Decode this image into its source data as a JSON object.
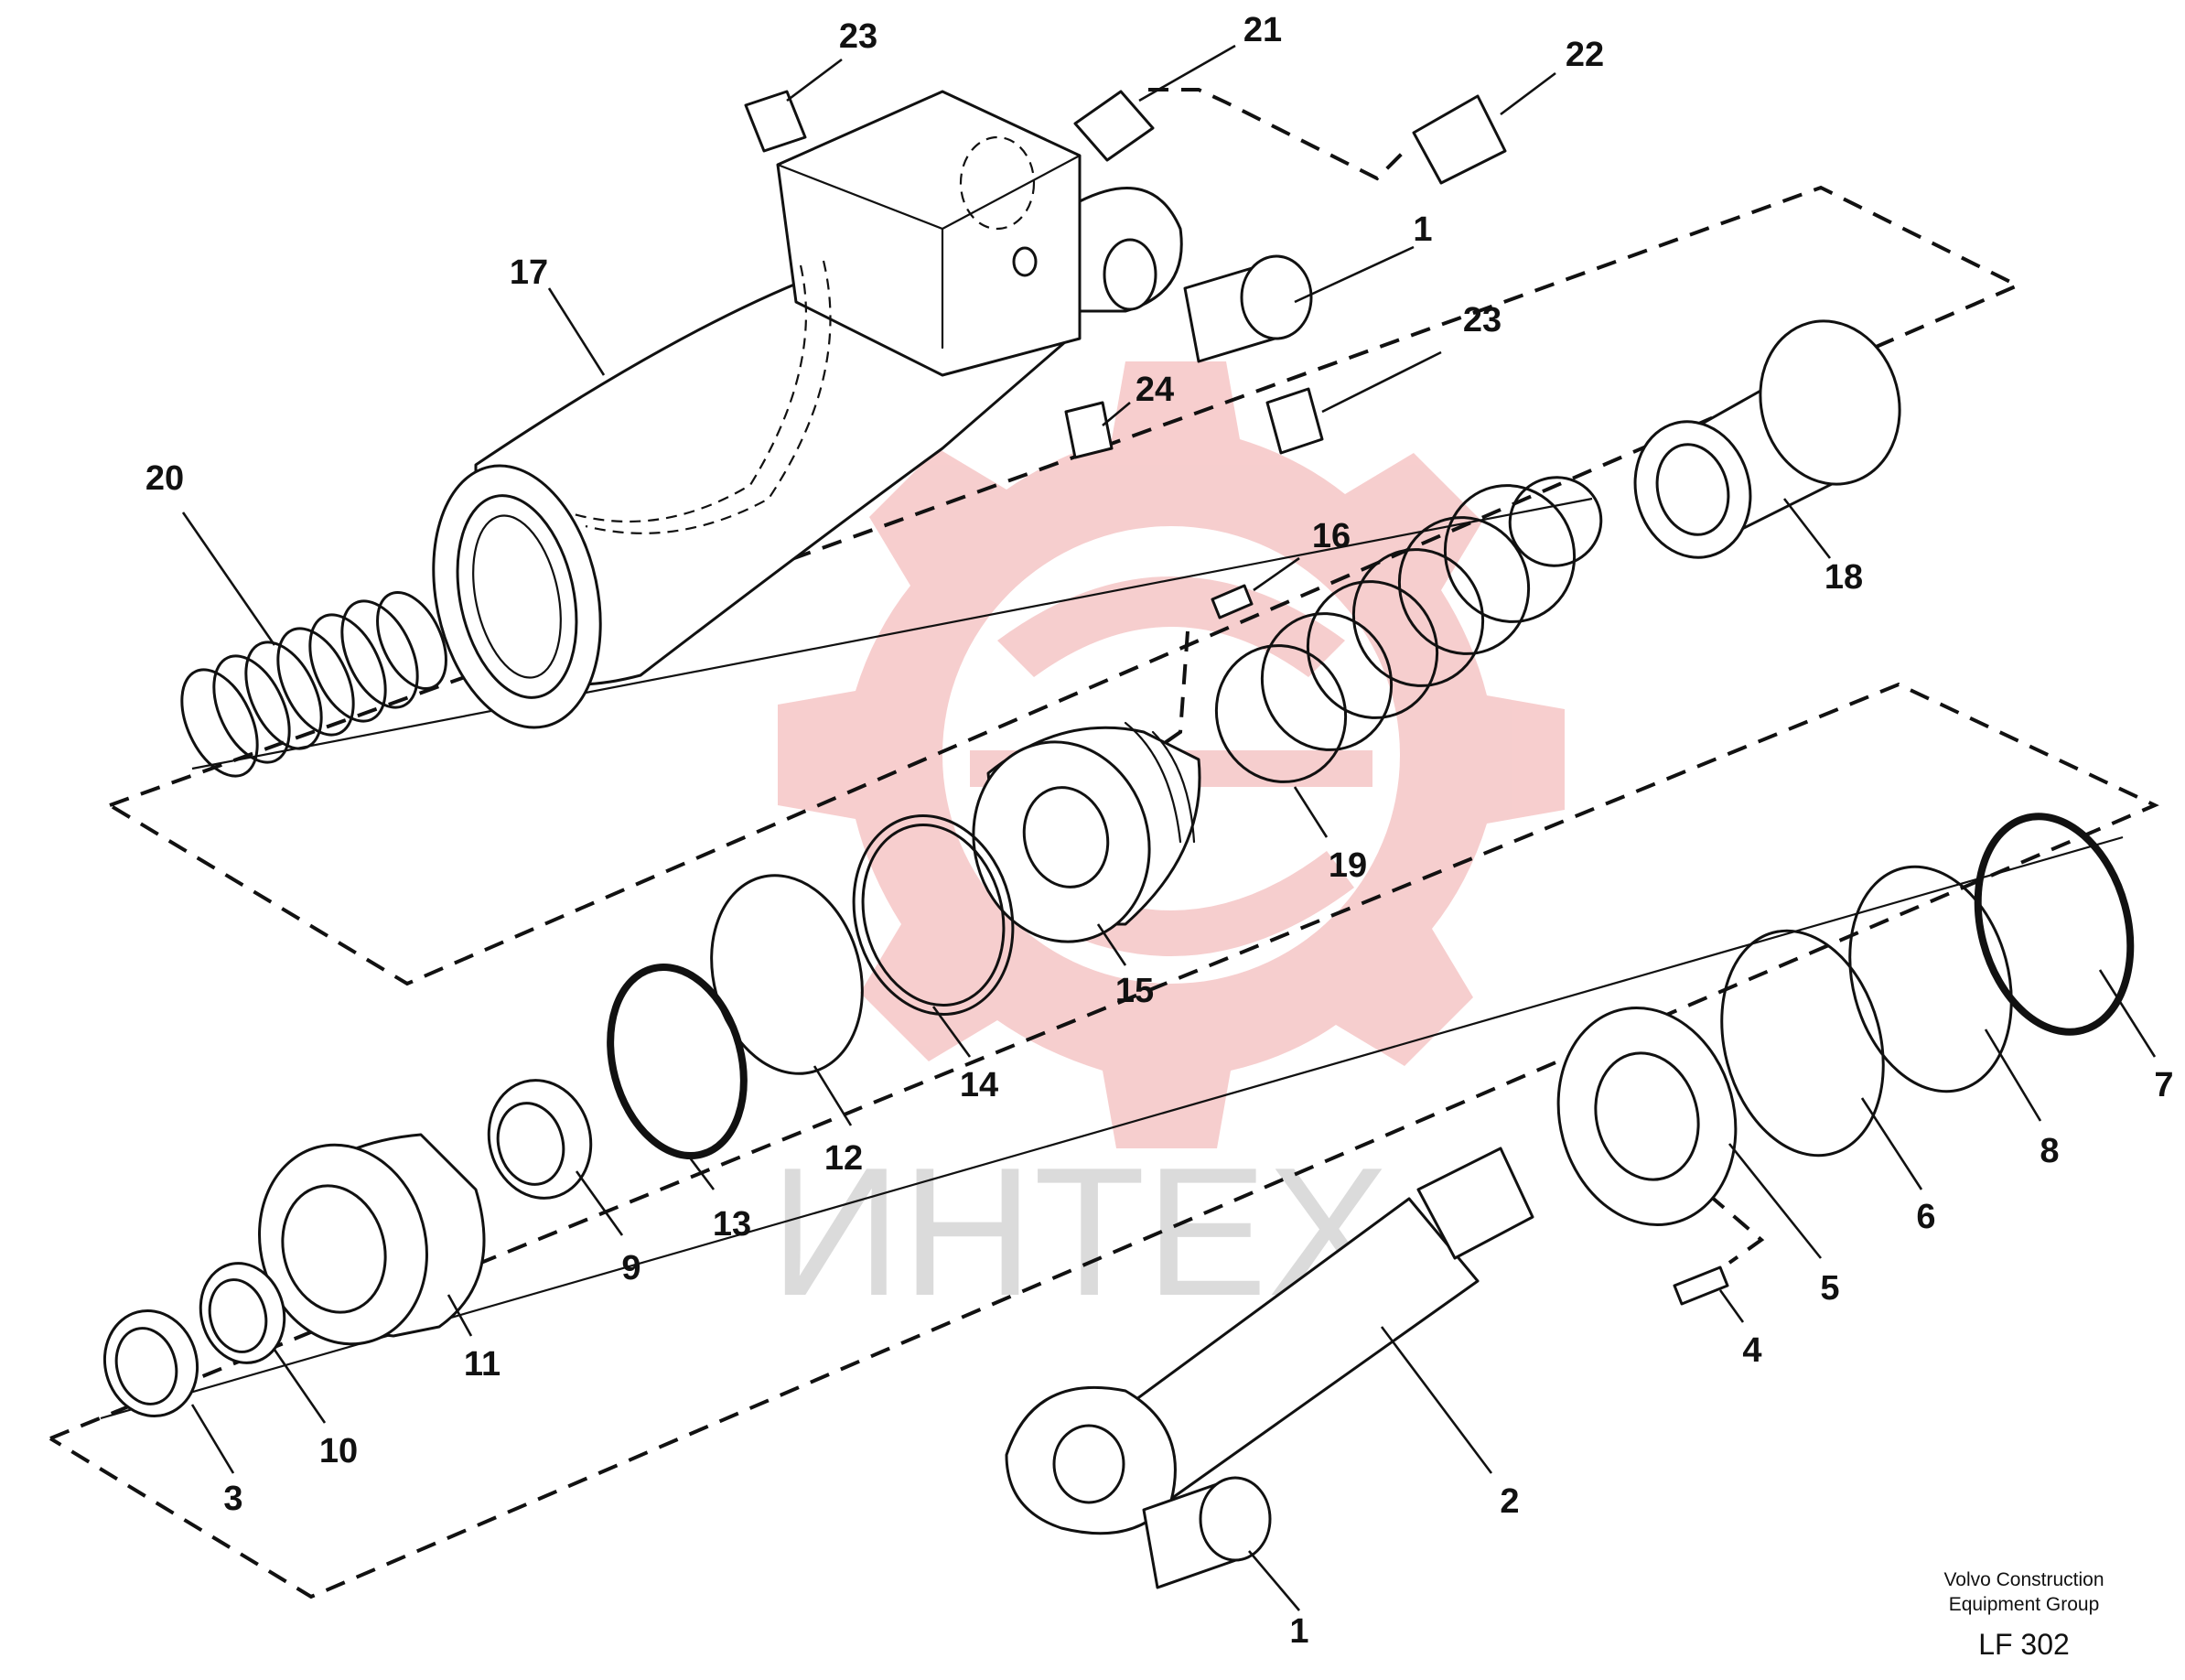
{
  "watermark": {
    "text": "ИНТЕХ",
    "color": "#f6c9c9"
  },
  "callouts": {
    "n1a": "1",
    "n1b": "1",
    "n2": "2",
    "n3": "3",
    "n4": "4",
    "n5": "5",
    "n6": "6",
    "n7": "7",
    "n8": "8",
    "n9": "9",
    "n10": "10",
    "n11": "11",
    "n12": "12",
    "n13": "13",
    "n14": "14",
    "n15": "15",
    "n16": "16",
    "n17": "17",
    "n18": "18",
    "n19": "19",
    "n20": "20",
    "n21": "21",
    "n22": "22",
    "n23a": "23",
    "n23b": "23",
    "n24": "24"
  },
  "caption": {
    "line1": "Volvo Construction",
    "line2": "Equipment Group",
    "code": "LF 302"
  }
}
